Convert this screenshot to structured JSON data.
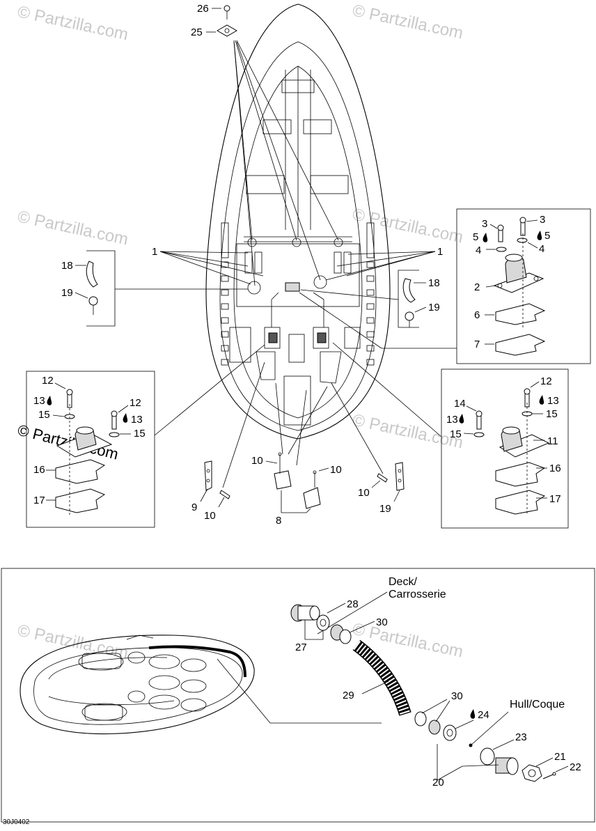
{
  "watermark": "© Partzilla.com",
  "drawing_ref": "30J0402",
  "terms": {
    "deck": "Deck/",
    "deck_fr": "Carrosserie",
    "hull": "Hull/Coque"
  },
  "callouts": {
    "c1": "1",
    "c2": "2",
    "c3": "3",
    "c4": "4",
    "c5": "5",
    "c6": "6",
    "c7": "7",
    "c8": "8",
    "c9": "9",
    "c10": "10",
    "c11": "11",
    "c12": "12",
    "c13": "13",
    "c14": "14",
    "c15": "15",
    "c16": "16",
    "c17": "17",
    "c18": "18",
    "c19": "19",
    "c20": "20",
    "c21": "21",
    "c22": "22",
    "c23": "23",
    "c24": "24",
    "c25": "25",
    "c26": "26",
    "c27": "27",
    "c28": "28",
    "c29": "29",
    "c30": "30"
  }
}
